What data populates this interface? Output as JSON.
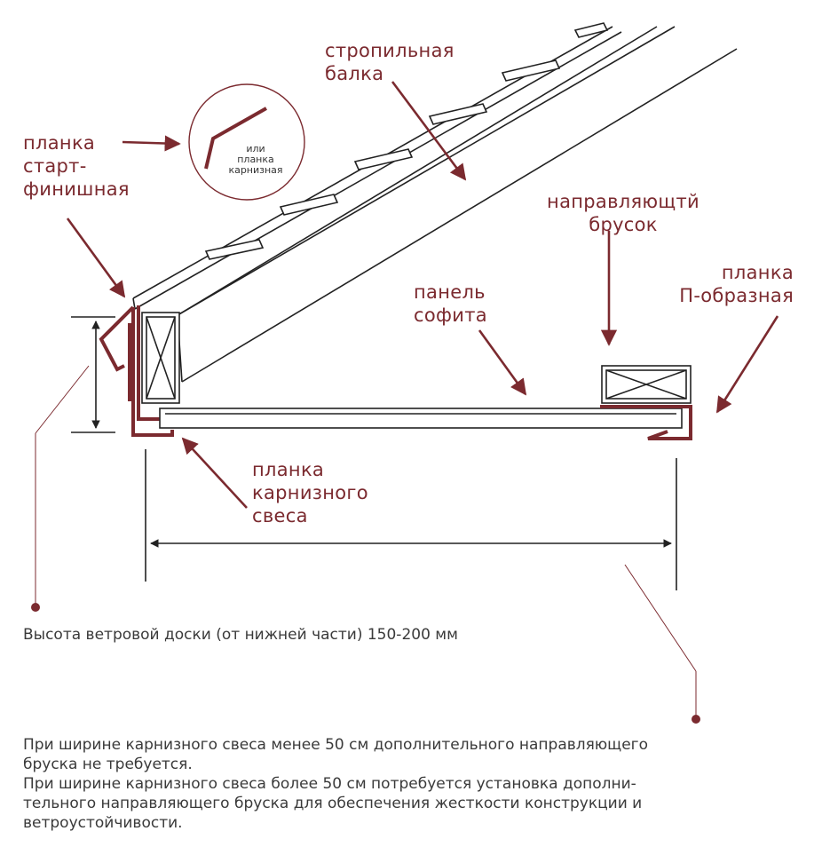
{
  "colors": {
    "accent": "#7b2a2f",
    "line": "#222222",
    "text": "#3a3a3a"
  },
  "labels": {
    "start_finish": [
      "планка",
      "старт-",
      "финишная"
    ],
    "inset_alt": [
      "или",
      "планка",
      "карнизная"
    ],
    "rafter": [
      "стропильная",
      "балка"
    ],
    "guide_bar": [
      "направляющтй",
      "брусок"
    ],
    "u_strip": [
      "планка",
      "П-образная"
    ],
    "soffit": [
      "панель",
      "софита"
    ],
    "eave_strip": [
      "планка",
      "карнизного",
      "свеса"
    ]
  },
  "notes": {
    "board_height": "Высота ветровой доски (от нижней части) 150-200 мм",
    "paragraph": [
      "При ширине карнизного свеса менее 50 см дополнительного направляющего",
      "бруска не требуется.",
      "При ширине карнизного свеса более 50 см потребуется установка дополни-",
      "тельного направляющего бруска для обеспечения жесткости конструкции и",
      "ветроустойчивости."
    ]
  }
}
